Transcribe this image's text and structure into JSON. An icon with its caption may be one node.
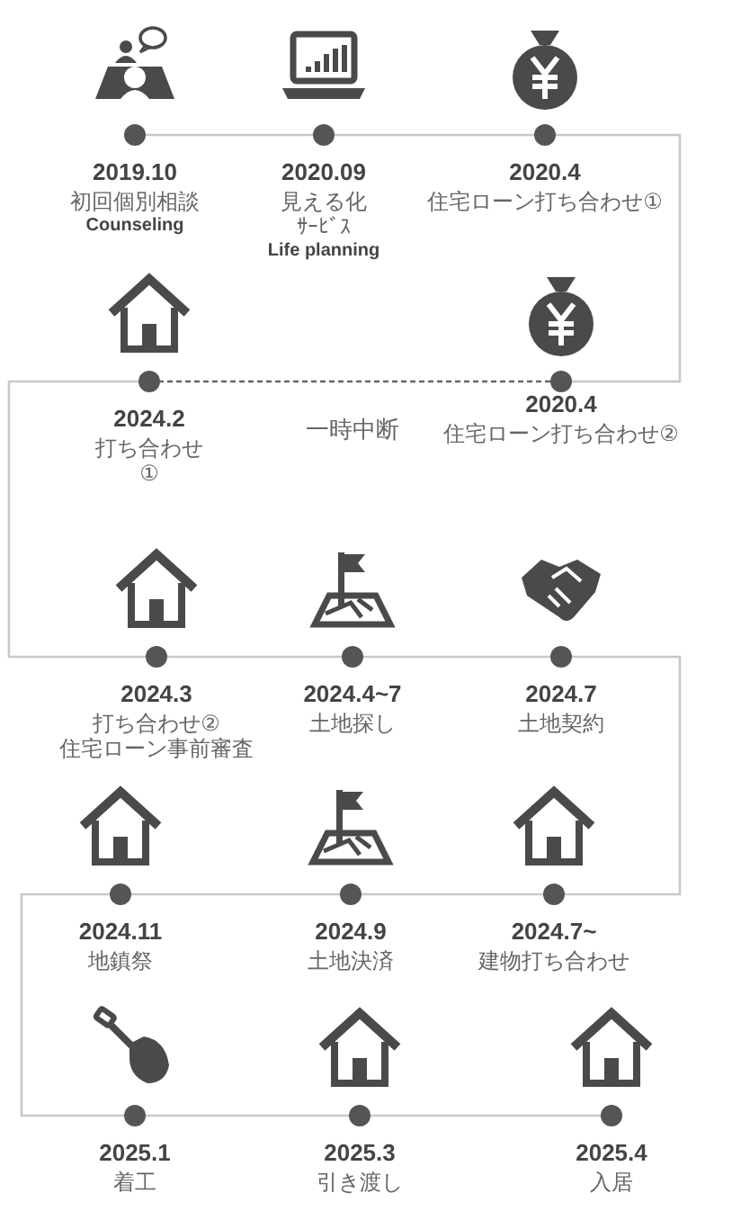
{
  "diagram": {
    "nodes": [
      {
        "text": [],
        "shape": "circle",
        "beside": [
          "2019.10",
          "初回個別相談",
          "Counseling"
        ]
      },
      {
        "text": [],
        "shape": "circle",
        "beside": [
          "2020.09",
          "見える化",
          "ｻｰﾋﾞｽ",
          "Life planning"
        ]
      },
      {
        "text": [],
        "shape": "circle",
        "beside": [
          "2020.4",
          "住宅ローン打ち合わせ①"
        ]
      },
      {
        "text": [],
        "shape": "circle",
        "beside": [
          "2024.2",
          "打ち合わせ",
          "①"
        ]
      },
      {
        "text": [],
        "shape": "circle",
        "beside": [
          "2020.4",
          "住宅ローン打ち合わせ②"
        ]
      },
      {
        "text": [],
        "shape": "circle",
        "beside": [
          "2024.3",
          "打ち合わせ②",
          "住宅ローン事前審査"
        ]
      },
      {
        "text": [],
        "shape": "circle",
        "beside": [
          "2024.4~7",
          "土地探し"
        ]
      },
      {
        "text": [],
        "shape": "circle",
        "beside": [
          "2024.7",
          "土地契約"
        ]
      },
      {
        "text": [],
        "shape": "circle",
        "beside": [
          "2024.11",
          "地鎮祭"
        ]
      },
      {
        "text": [],
        "shape": "circle",
        "beside": [
          "2024.9",
          "土地決済"
        ]
      },
      {
        "text": [],
        "shape": "circle",
        "beside": [
          "2024.7~",
          "建物打ち合わせ"
        ]
      },
      {
        "text": [],
        "shape": "circle",
        "beside": [
          "2025.1",
          "着工"
        ]
      },
      {
        "text": [],
        "shape": "circle",
        "beside": [
          "2025.3",
          "引き渡し"
        ]
      },
      {
        "text": [],
        "shape": "circle",
        "beside": [
          "2025.4",
          "入居"
        ]
      }
    ],
    "edges": [
      {
        "from": 0,
        "to": 1,
        "arrow": "none"
      },
      {
        "from": 1,
        "to": 2,
        "arrow": "none"
      },
      {
        "from": 2,
        "to": 4,
        "arrow": "none"
      },
      {
        "from": 4,
        "to": 3,
        "arrow": "none",
        "label": "一時中断",
        "style": "dashed",
        "color": "#666666"
      },
      {
        "from": 3,
        "to": 5,
        "arrow": "none"
      },
      {
        "from": 5,
        "to": 6,
        "arrow": "none"
      },
      {
        "from": 6,
        "to": 7,
        "arrow": "none"
      },
      {
        "from": 7,
        "to": 10,
        "arrow": "none"
      },
      {
        "from": 10,
        "to": 9,
        "arrow": "none"
      },
      {
        "from": 9,
        "to": 8,
        "arrow": "none"
      },
      {
        "from": 8,
        "to": 11,
        "arrow": "none"
      },
      {
        "from": 11,
        "to": 12,
        "arrow": "none"
      },
      {
        "from": 12,
        "to": 13,
        "arrow": "none"
      }
    ]
  }
}
